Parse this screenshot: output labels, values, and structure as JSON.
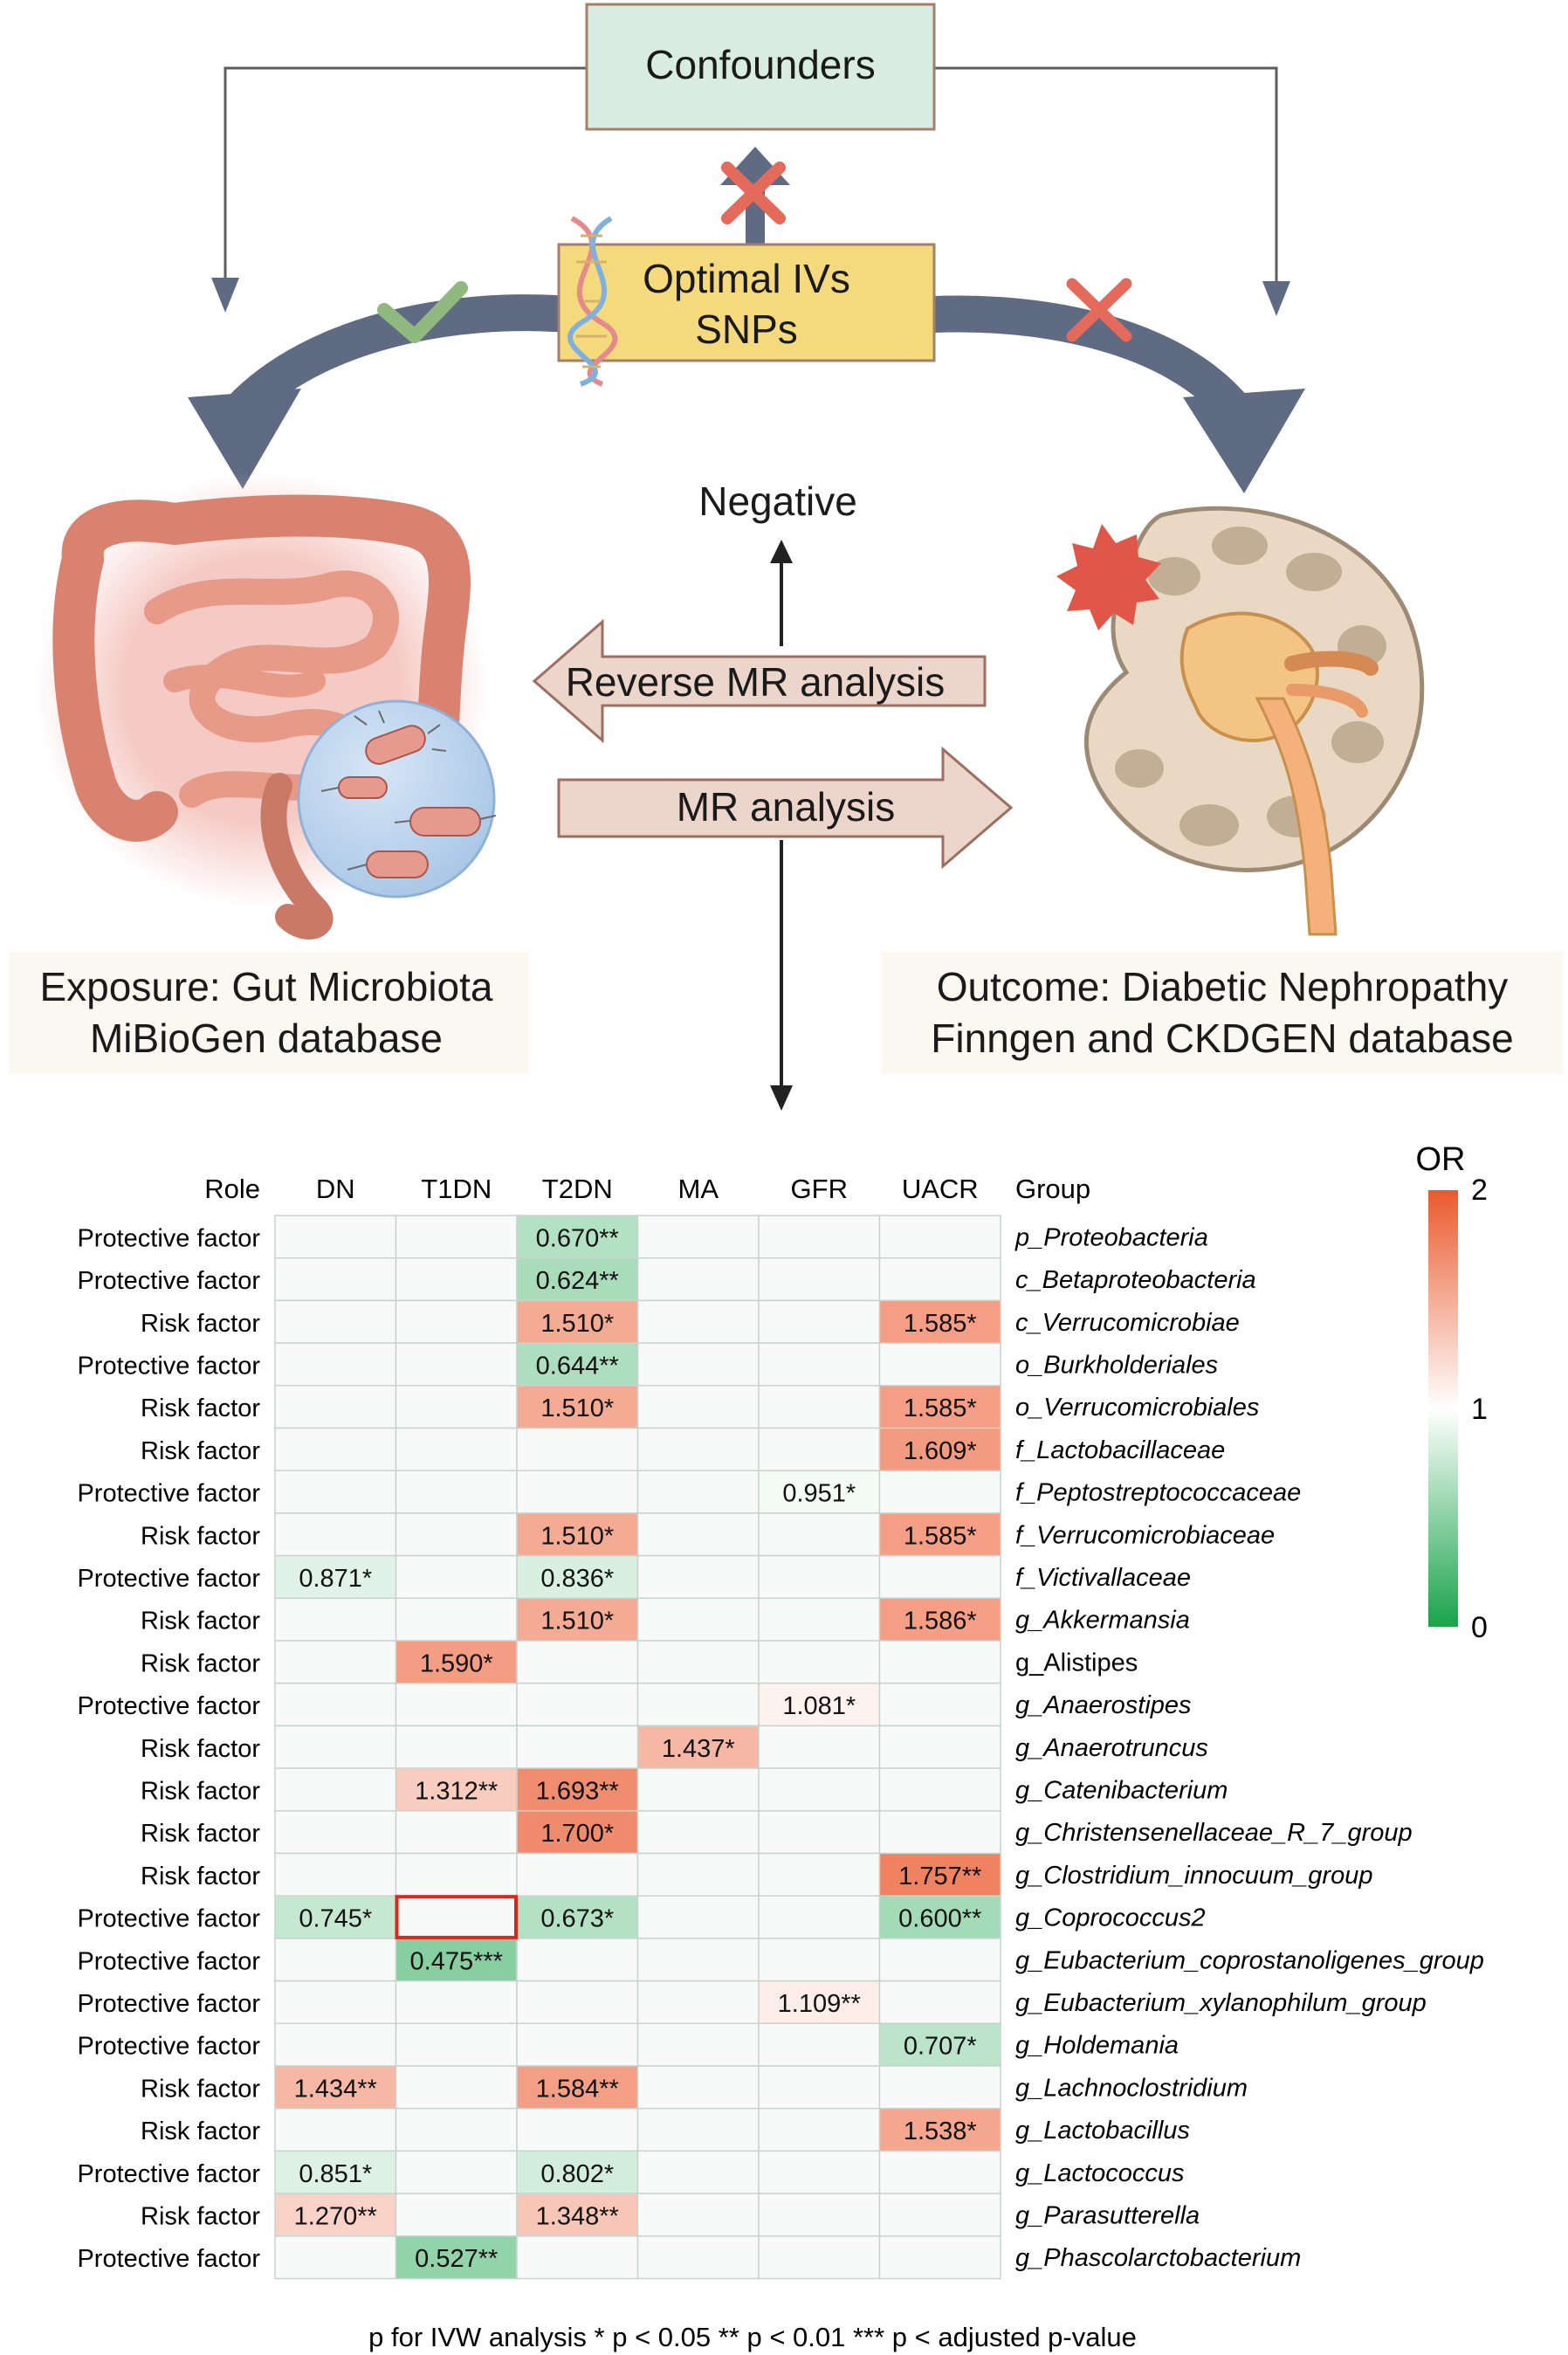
{
  "diagram": {
    "confounders": "Confounders",
    "ivs_line1": "Optimal IVs",
    "ivs_line2": "SNPs",
    "negative": "Negative",
    "reverse_mr": "Reverse MR analysis",
    "mr": "MR analysis",
    "exposure_line1": "Exposure: Gut Microbiota",
    "exposure_line2": "MiBioGen database",
    "outcome_line1": "Outcome: Diabetic Nephropathy",
    "outcome_line2": "Finngen and CKDGEN database"
  },
  "chart_data": {
    "type": "heatmap",
    "row_header": "Role",
    "group_header": "Group",
    "columns": [
      "DN",
      "T1DN",
      "T2DN",
      "MA",
      "GFR",
      "UACR"
    ],
    "colorbar": {
      "title": "OR",
      "min": 0,
      "mid": 1,
      "max": 2,
      "min_label": "0",
      "mid_label": "1",
      "max_label": "2",
      "low_color": "#1aa34a",
      "mid_color": "#ffffff",
      "high_color": "#ea5a2e"
    },
    "footnote": "p for IVW analysis * p < 0.05  ** p < 0.01  *** p < adjusted p-value",
    "highlight": {
      "row": 16,
      "col": 1,
      "color": "#e0241b"
    },
    "rows": [
      {
        "role": "Protective factor",
        "group": "p_Proteobacteria",
        "cells": [
          null,
          null,
          {
            "v": 0.67,
            "s": "**"
          },
          null,
          null,
          null
        ]
      },
      {
        "role": "Protective factor",
        "group": "c_Betaproteobacteria",
        "cells": [
          null,
          null,
          {
            "v": 0.624,
            "s": "**"
          },
          null,
          null,
          null
        ]
      },
      {
        "role": "Risk factor",
        "group": "c_Verrucomicrobiae",
        "cells": [
          null,
          null,
          {
            "v": 1.51,
            "s": "*"
          },
          null,
          null,
          {
            "v": 1.585,
            "s": "*"
          }
        ]
      },
      {
        "role": "Protective factor",
        "group": "o_Burkholderiales",
        "cells": [
          null,
          null,
          {
            "v": 0.644,
            "s": "**"
          },
          null,
          null,
          null
        ]
      },
      {
        "role": "Risk factor",
        "group": "o_Verrucomicrobiales",
        "cells": [
          null,
          null,
          {
            "v": 1.51,
            "s": "*"
          },
          null,
          null,
          {
            "v": 1.585,
            "s": "*"
          }
        ]
      },
      {
        "role": "Risk factor",
        "group": "f_Lactobacillaceae",
        "cells": [
          null,
          null,
          null,
          null,
          null,
          {
            "v": 1.609,
            "s": "*"
          }
        ]
      },
      {
        "role": "Protective factor",
        "group": "f_Peptostreptococcaceae",
        "cells": [
          null,
          null,
          null,
          null,
          {
            "v": 0.951,
            "s": "*"
          },
          null
        ]
      },
      {
        "role": "Risk factor",
        "group": "f_Verrucomicrobiaceae",
        "cells": [
          null,
          null,
          {
            "v": 1.51,
            "s": "*"
          },
          null,
          null,
          {
            "v": 1.585,
            "s": "*"
          }
        ]
      },
      {
        "role": "Protective factor",
        "group": "f_Victivallaceae",
        "cells": [
          {
            "v": 0.871,
            "s": "*"
          },
          null,
          {
            "v": 0.836,
            "s": "*"
          },
          null,
          null,
          null
        ]
      },
      {
        "role": "Risk factor",
        "group": "g_Akkermansia",
        "cells": [
          null,
          null,
          {
            "v": 1.51,
            "s": "*"
          },
          null,
          null,
          {
            "v": 1.586,
            "s": "*"
          }
        ]
      },
      {
        "role": "Risk factor",
        "group": "g_Alistipes",
        "cells": [
          null,
          {
            "v": 1.59,
            "s": "*"
          },
          null,
          null,
          null,
          null
        ]
      },
      {
        "role": "Protective factor",
        "group": "g_Anaerostipes",
        "cells": [
          null,
          null,
          null,
          null,
          {
            "v": 1.081,
            "s": "*"
          },
          null
        ]
      },
      {
        "role": "Risk factor",
        "group": "g_Anaerotruncus",
        "cells": [
          null,
          null,
          null,
          {
            "v": 1.437,
            "s": "*"
          },
          null,
          null
        ]
      },
      {
        "role": "Risk factor",
        "group": "g_Catenibacterium",
        "cells": [
          null,
          {
            "v": 1.312,
            "s": "**"
          },
          {
            "v": 1.693,
            "s": "**"
          },
          null,
          null,
          null
        ]
      },
      {
        "role": "Risk factor",
        "group": "g_Christensenellaceae_R_7_group",
        "cells": [
          null,
          null,
          {
            "v": 1.7,
            "s": "*"
          },
          null,
          null,
          null
        ]
      },
      {
        "role": "Risk factor",
        "group": "g_Clostridium_innocuum_group",
        "cells": [
          null,
          null,
          null,
          null,
          null,
          {
            "v": 1.757,
            "s": "**"
          }
        ]
      },
      {
        "role": "Protective factor",
        "group": "g_Coprococcus2",
        "cells": [
          {
            "v": 0.745,
            "s": "*"
          },
          null,
          {
            "v": 0.673,
            "s": "*"
          },
          null,
          null,
          {
            "v": 0.6,
            "s": "**"
          }
        ]
      },
      {
        "role": "Protective factor",
        "group": "g_Eubacterium_coprostanoligenes_group",
        "cells": [
          null,
          {
            "v": 0.475,
            "s": "***"
          },
          null,
          null,
          null,
          null
        ]
      },
      {
        "role": "Protective factor",
        "group": "g_Eubacterium_xylanophilum_group",
        "cells": [
          null,
          null,
          null,
          null,
          {
            "v": 1.109,
            "s": "**"
          },
          null
        ]
      },
      {
        "role": "Protective factor",
        "group": "g_Holdemania",
        "cells": [
          null,
          null,
          null,
          null,
          null,
          {
            "v": 0.707,
            "s": "*"
          }
        ]
      },
      {
        "role": "Risk factor",
        "group": "g_Lachnoclostridium",
        "cells": [
          {
            "v": 1.434,
            "s": "**"
          },
          null,
          {
            "v": 1.584,
            "s": "**"
          },
          null,
          null,
          null
        ]
      },
      {
        "role": "Risk factor",
        "group": "g_Lactobacillus",
        "cells": [
          null,
          null,
          null,
          null,
          null,
          {
            "v": 1.538,
            "s": "*"
          }
        ]
      },
      {
        "role": "Protective factor",
        "group": "g_Lactococcus",
        "cells": [
          {
            "v": 0.851,
            "s": "*"
          },
          null,
          {
            "v": 0.802,
            "s": "*"
          },
          null,
          null,
          null
        ]
      },
      {
        "role": "Risk factor",
        "group": "g_Parasutterella",
        "cells": [
          {
            "v": 1.27,
            "s": "**"
          },
          null,
          {
            "v": 1.348,
            "s": "**"
          },
          null,
          null,
          null
        ]
      },
      {
        "role": "Protective factor",
        "group": "g_Phascolarctobacterium",
        "cells": [
          null,
          {
            "v": 0.527,
            "s": "**"
          },
          null,
          null,
          null,
          null
        ]
      }
    ]
  }
}
